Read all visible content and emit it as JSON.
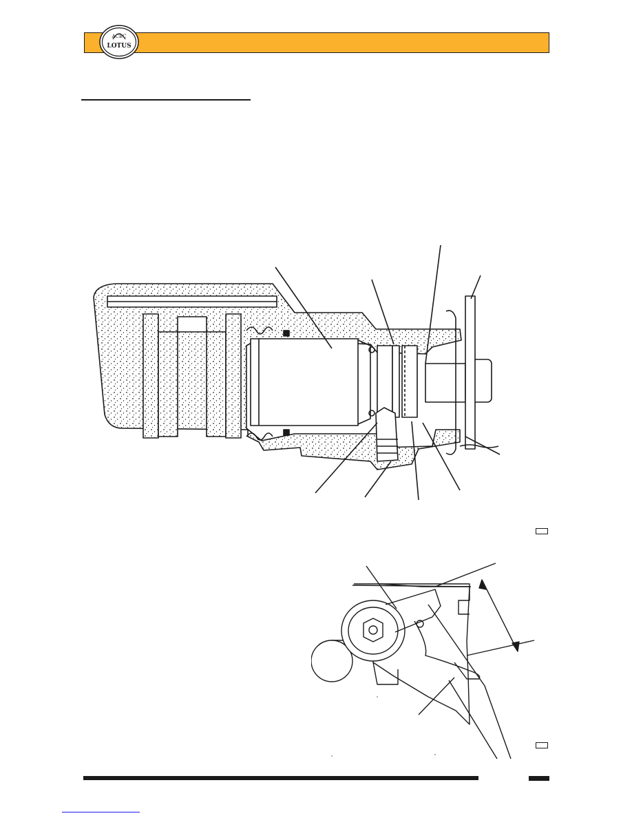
{
  "header": {
    "logo_text": "LOTUS",
    "logo_monogram": "ACBC",
    "bar_color": "#fbb12b"
  },
  "figures": {
    "brake_caliper_section": {
      "kind": "line-drawing",
      "callout_count": 9
    },
    "handbrake_lever_adjustment": {
      "kind": "line-drawing",
      "callout_count": 2
    }
  },
  "icons": [
    "lotus-logo-icon"
  ]
}
